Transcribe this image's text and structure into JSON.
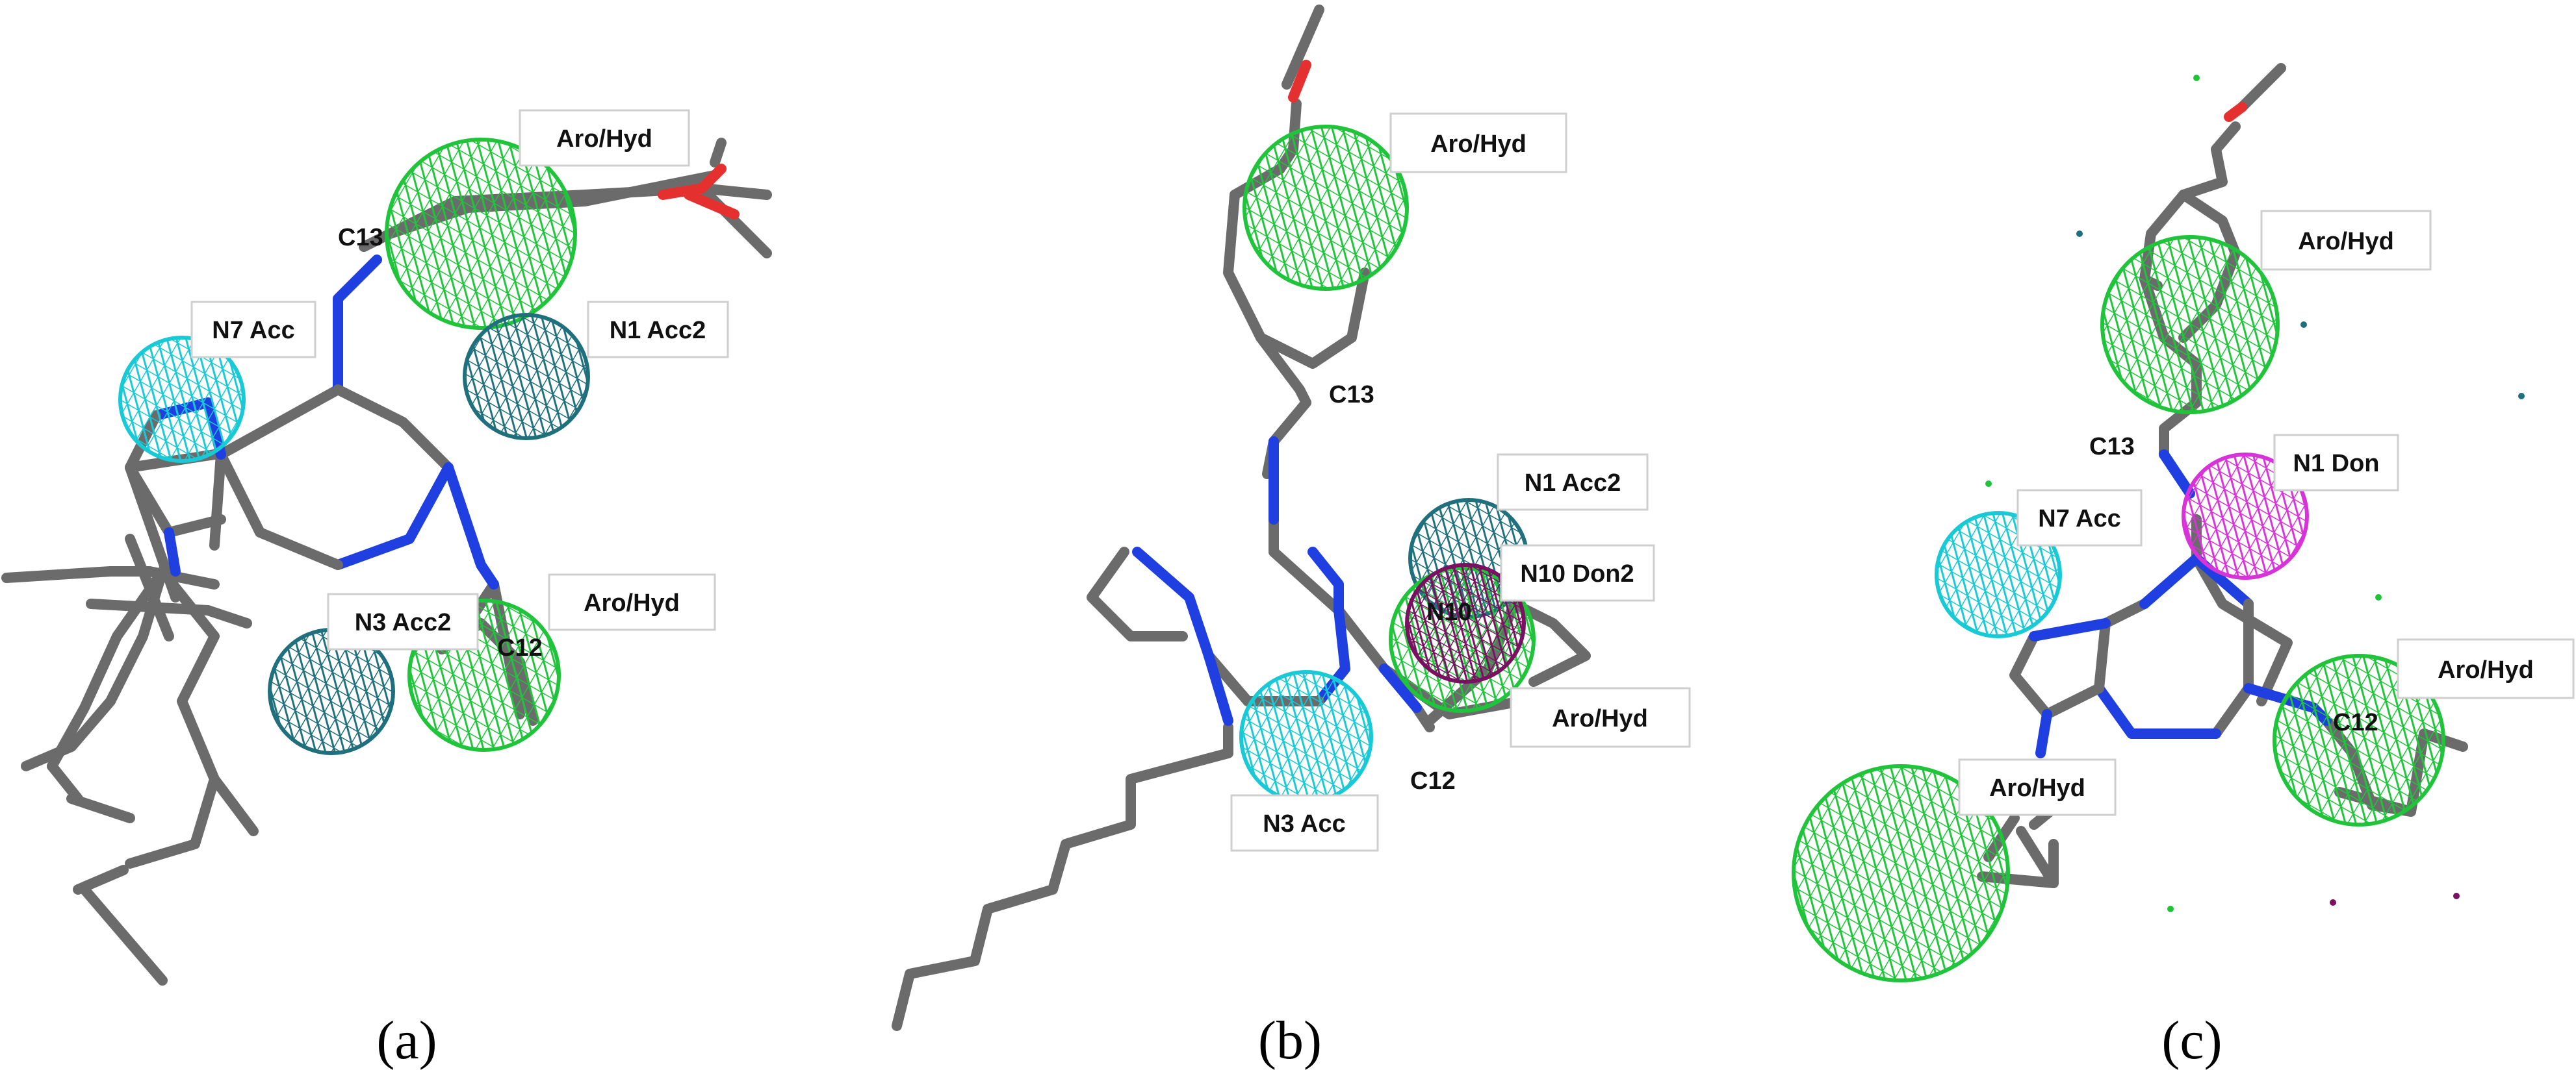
{
  "colors": {
    "carbon": "#6b6b6b",
    "nitrogen": "#1f3fe0",
    "oxygen": "#e53030",
    "aromatic_hydrophobic": "#1fc43a",
    "acceptor": "#18c9d6",
    "acceptor2": "#1f6f7c",
    "donor": "#d833d8",
    "donor2": "#7a1060"
  },
  "panels": [
    {
      "caption": "(a)",
      "labels": [
        "Aro/Hyd",
        "N7 Acc",
        "N1 Acc2",
        "N3 Acc2",
        "Aro/Hyd"
      ],
      "atoms": [
        "C13",
        "C12"
      ]
    },
    {
      "caption": "(b)",
      "labels": [
        "Aro/Hyd",
        "N1 Acc2",
        "N10 Don2",
        "Aro/Hyd",
        "N3 Acc"
      ],
      "atoms": [
        "C13",
        "C12",
        "N10"
      ]
    },
    {
      "caption": "(c)",
      "labels": [
        "Aro/Hyd",
        "N1 Don",
        "N7 Acc",
        "Aro/Hyd",
        "Aro/Hyd"
      ],
      "atoms": [
        "C13",
        "C12"
      ]
    }
  ]
}
